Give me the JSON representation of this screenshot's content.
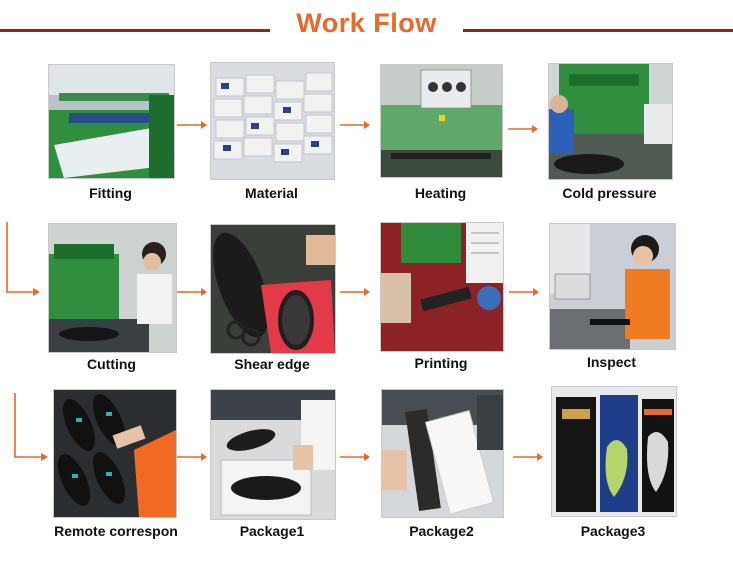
{
  "title": "Work Flow",
  "steps": [
    {
      "label": "Fitting"
    },
    {
      "label": "Material"
    },
    {
      "label": "Heating"
    },
    {
      "label": "Cold pressure"
    },
    {
      "label": "Cutting"
    },
    {
      "label": "Shear edge"
    },
    {
      "label": "Printing"
    },
    {
      "label": "Inspect"
    },
    {
      "label": "Remote correspon"
    },
    {
      "label": "Package1"
    },
    {
      "label": "Package2"
    },
    {
      "label": "Package3"
    }
  ],
  "colors": {
    "title": "#e8692a",
    "arrow": "#e8692a",
    "rule": "#8a2a12"
  }
}
